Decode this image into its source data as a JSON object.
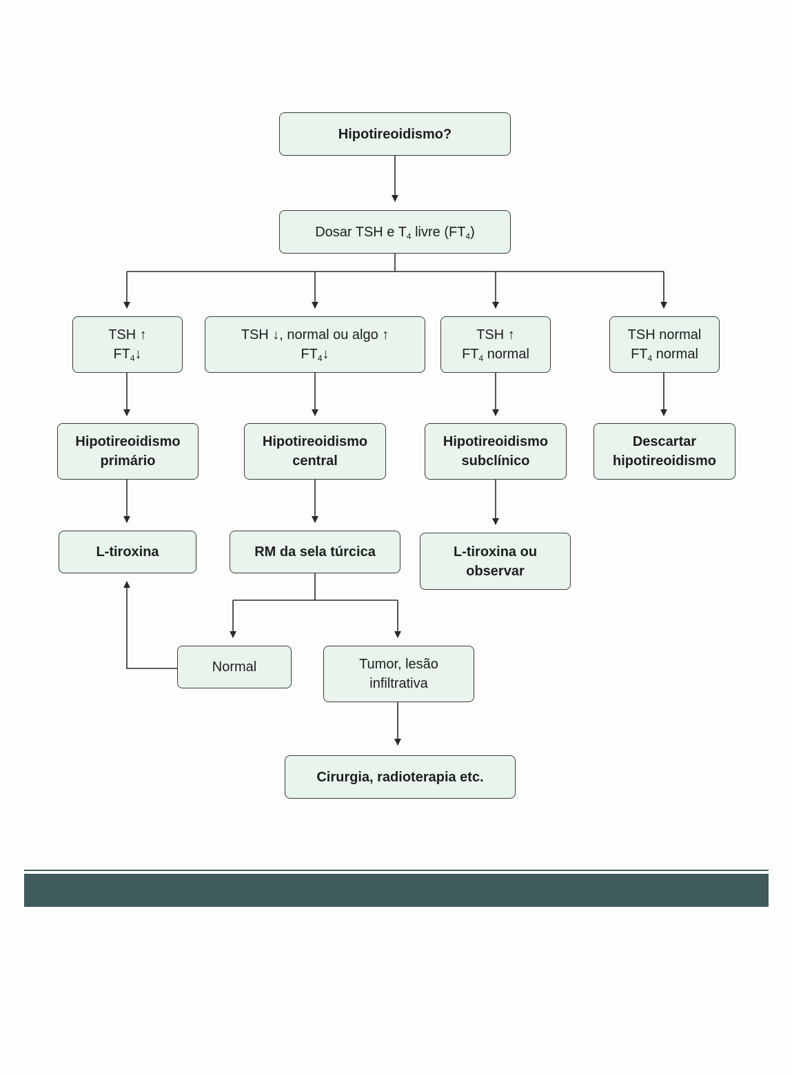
{
  "theme": {
    "box_fill": "#e9f4ec",
    "stroke": "#3a3a3a",
    "band_color": "#3f5b5b"
  },
  "nodes": {
    "start": "Hipotireoidismo?",
    "test": {
      "a": "Dosar TSH e T",
      "sub1": "4",
      "b": " livre (FT",
      "sub2": "4",
      "c": ")"
    },
    "c1": {
      "l1": "TSH ↑",
      "l2a": "FT",
      "sub": "4",
      "l2b": "↓"
    },
    "c2": {
      "l1": "TSH ↓, normal ou algo ↑",
      "l2a": "FT",
      "sub": "4",
      "l2b": "↓"
    },
    "c3": {
      "l1": "TSH ↑",
      "l2a": "FT",
      "sub": "4",
      "l2b": " normal"
    },
    "c4": {
      "l1": "TSH normal",
      "l2a": "FT",
      "sub": "4",
      "l2b": " normal"
    },
    "d1": {
      "l1": "Hipotireoidismo",
      "l2": "primário"
    },
    "d2": {
      "l1": "Hipotireoidismo",
      "l2": "central"
    },
    "d3": {
      "l1": "Hipotireoidismo",
      "l2": "subclínico"
    },
    "d4": {
      "l1": "Descartar",
      "l2": "hipotireoidismo"
    },
    "e1": "L-tiroxina",
    "e2": "RM da sela túrcica",
    "e3": {
      "l1": "L-tiroxina ou",
      "l2": "observar"
    },
    "normal": "Normal",
    "tumor": {
      "l1": "Tumor, lesão",
      "l2": "infiltrativa"
    },
    "final": "Cirurgia, radioterapia etc."
  }
}
